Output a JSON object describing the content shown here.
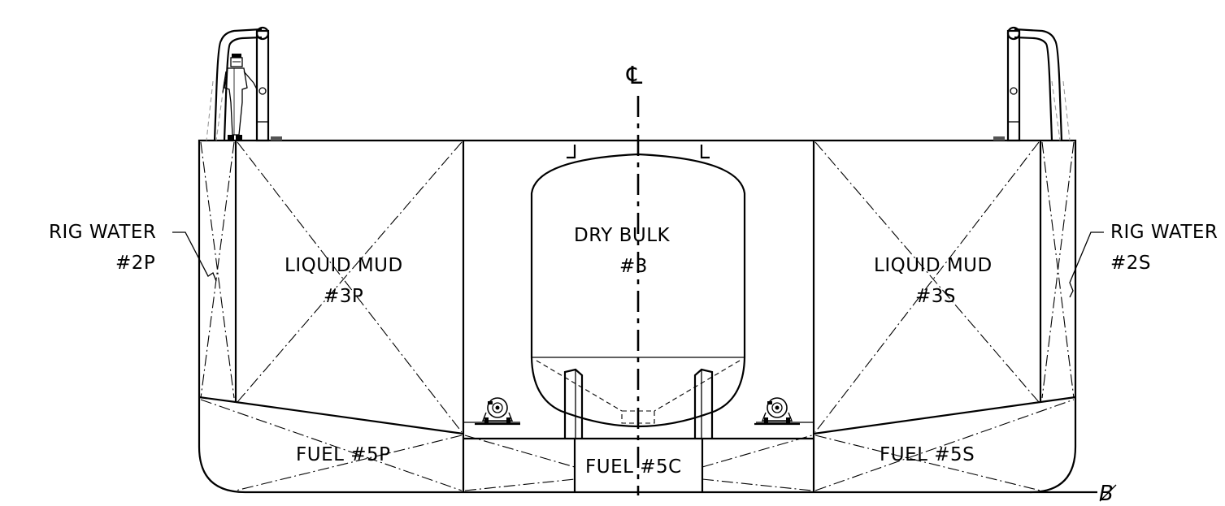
{
  "diagram": {
    "tanks": {
      "rig_water_port": {
        "line1": "RIG WATER",
        "line2": "#2P"
      },
      "rig_water_stbd": {
        "line1": "RIG WATER",
        "line2": "#2S"
      },
      "liquid_mud_port": {
        "line1": "LIQUID MUD",
        "line2": "#3P"
      },
      "liquid_mud_stbd": {
        "line1": "LIQUID MUD",
        "line2": "#3S"
      },
      "dry_bulk": {
        "line1": "DRY BULK",
        "line2": "#3"
      },
      "fuel_port": {
        "label": "FUEL #5P"
      },
      "fuel_center": {
        "label": "FUEL #5C"
      },
      "fuel_stbd": {
        "label": "FUEL #5S"
      }
    },
    "symbols": {
      "centerline": "℄",
      "baseline": "B"
    },
    "icons": {
      "person": "person-figure-icon",
      "winch": "winch-icon",
      "vent": "vent-pipe-icon"
    },
    "colors": {
      "line": "#000000",
      "background": "#ffffff",
      "ghost": "#9a9a9a"
    }
  }
}
